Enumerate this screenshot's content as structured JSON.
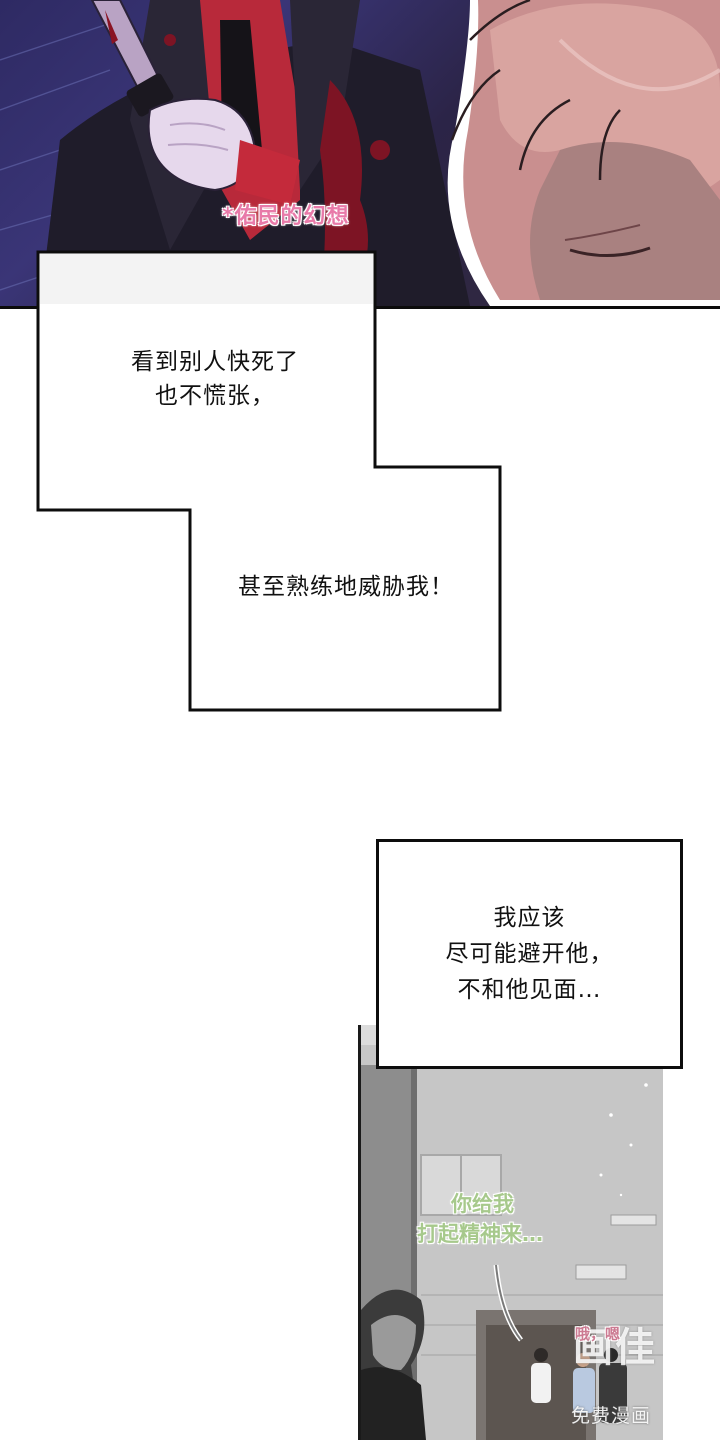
{
  "panel_top": {
    "sfx_text": "*佑民的幻想"
  },
  "narration_1": {
    "line_1": "看到别人快死了",
    "line_2": "也不慌张，",
    "line_3": "甚至熟练地威胁我！"
  },
  "narration_2": {
    "line_1": "我应该",
    "line_2": "尽可能避开他，",
    "line_3": "不和他见面…"
  },
  "panel_bottom": {
    "dialogue_line_1": "你给我",
    "dialogue_line_2": "打起精神来…",
    "sfx_small": "哦，嗯"
  },
  "watermark": {
    "logo_text": "画佳",
    "label": "免费漫画"
  },
  "colors": {
    "sfx_pink": "#e87aa9",
    "sfx_green": "#a7c98c",
    "border": "#0d0d0d"
  }
}
